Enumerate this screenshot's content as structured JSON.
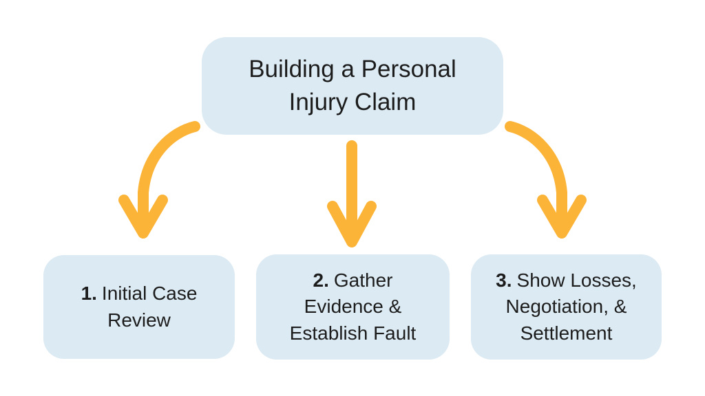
{
  "title_box": {
    "label": "Building a Personal\nInjury Claim"
  },
  "steps": [
    {
      "number": "1.",
      "label": "Initial Case\nReview"
    },
    {
      "number": "2.",
      "label": "Gather\nEvidence &\nEstablish Fault"
    },
    {
      "number": "3.",
      "label": "Show Losses,\nNegotiation, &\nSettlement"
    }
  ],
  "icons": {
    "arrow_left": "curved-arrow-down-left",
    "arrow_middle": "straight-arrow-down",
    "arrow_right": "curved-arrow-down-right"
  },
  "colors": {
    "background": "#FFFFFF",
    "box_fill": "#DCEAF3",
    "text": "#1C1C1C",
    "arrow": "#FBB437"
  }
}
